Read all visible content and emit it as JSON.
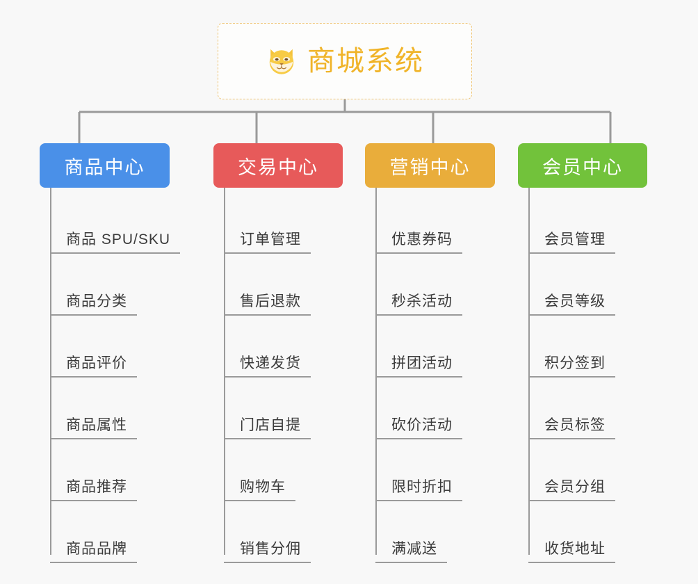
{
  "diagram": {
    "type": "tree-mindmap",
    "background_color": "#f8f8f8",
    "root": {
      "label": "商城系统",
      "icon": "dog-face-icon",
      "text_color": "#f0b429",
      "border_color": "#efc473",
      "background_color": "#fdfdfc"
    },
    "branches": [
      {
        "label": "商品中心",
        "color": "#4a90e8",
        "items": [
          "商品 SPU/SKU",
          "商品分类",
          "商品评价",
          "商品属性",
          "商品推荐",
          "商品品牌"
        ]
      },
      {
        "label": "交易中心",
        "color": "#e75a5a",
        "items": [
          "订单管理",
          "售后退款",
          "快递发货",
          "门店自提",
          "购物车",
          "销售分佣"
        ]
      },
      {
        "label": "营销中心",
        "color": "#e9ad3b",
        "items": [
          "优惠券码",
          "秒杀活动",
          "拼团活动",
          "砍价活动",
          "限时折扣",
          "满减送"
        ]
      },
      {
        "label": "会员中心",
        "color": "#72c23b",
        "items": [
          "会员管理",
          "会员等级",
          "积分签到",
          "会员标签",
          "会员分组",
          "收货地址"
        ]
      }
    ],
    "connector_color": "#9a9a9a"
  }
}
